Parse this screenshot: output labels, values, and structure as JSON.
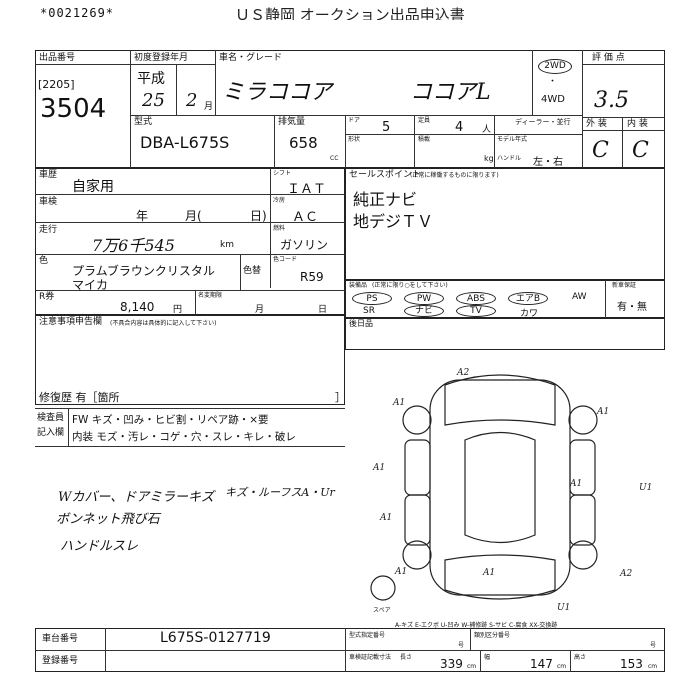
{
  "header": {
    "serial": "*0021269*",
    "title": "ＵＳ静岡 オークション出品申込書"
  },
  "lot": {
    "label": "出品番号",
    "code": "[2205]",
    "number": "3504"
  },
  "registration": {
    "label": "初度登録年月",
    "era": "平成",
    "year": "25",
    "month": "2",
    "month_unit": "月"
  },
  "car": {
    "label": "車名・グレード",
    "name": "ミラココア",
    "grade": "ココアL"
  },
  "drive": {
    "opt1": "2WD",
    "dot": "・",
    "opt2": "4WD"
  },
  "rating": {
    "label": "評 価 点",
    "value": "3.5",
    "ext_label": "外 装",
    "int_label": "内 装",
    "ext_value": "C",
    "int_value": "C"
  },
  "model": {
    "label": "型式",
    "value": "DBA-L675S"
  },
  "displacement": {
    "label": "排気量",
    "value": "658",
    "unit": "CC"
  },
  "doors": {
    "label": "ドア",
    "value": "5"
  },
  "capacity": {
    "label": "定員",
    "value": "4",
    "unit": "人"
  },
  "dealer": {
    "label": "ディーラー・並行"
  },
  "model_year": {
    "label": "モデル年式"
  },
  "shape": {
    "label": "形状"
  },
  "load": {
    "label": "積載",
    "unit": "kg"
  },
  "handle": {
    "label": "ハンドル",
    "value": "左・右"
  },
  "usage": {
    "label": "車歴",
    "value": "自家用"
  },
  "shift": {
    "label": "シフト",
    "value": "ＩＡＴ"
  },
  "inspection": {
    "label": "車検",
    "year": "年",
    "month": "月(",
    "day": "日)"
  },
  "aircon": {
    "label": "冷房",
    "value": "ＡＣ"
  },
  "mileage": {
    "label": "走行",
    "value": "7万6千545",
    "unit": "km"
  },
  "fuel": {
    "label": "燃料",
    "value": "ガソリン"
  },
  "color": {
    "label": "色",
    "value_line1": "プラムブラウンクリスタル",
    "value_line2": "マイカ",
    "change_label": "色替",
    "code_label": "色コード",
    "code": "R59"
  },
  "recycle": {
    "label": "R券",
    "value": "8,140",
    "unit": "円",
    "name_change_label": "名変期限",
    "month": "月",
    "day": "日"
  },
  "notes": {
    "label": "注意事項申告欄",
    "sub": "(不具合内容は具体的に記入して下さい)",
    "repair": "修復歴 有［箇所",
    "repair_close": "］"
  },
  "selling_points": {
    "label": "セールスポイント",
    "sub": "(正常に稼働するものに限ります)",
    "line1": "純正ナビ",
    "line2": "地デジＴＶ"
  },
  "equipment": {
    "label": "装備品",
    "sub": "(正常に限り○をして下さい)",
    "new_car_label": "新車保証",
    "row1": [
      "PS",
      "PW",
      "ABS",
      "エアB",
      "AW"
    ],
    "row2": [
      "SR",
      "ナビ",
      "TV",
      "カワ"
    ],
    "warranty": "有・無"
  },
  "postscript": {
    "label": "後日品"
  },
  "inspector": {
    "label1": "検査員",
    "label2": "記入欄",
    "row1": "FW キズ・凹み・ヒビ割・リペア跡・×要",
    "row2": "内装 モズ・汚レ・コゲ・穴・スレ・キレ・破レ"
  },
  "handwriting": {
    "line1": "Wカバー、ドアミラーキズ",
    "line2": "ボンネット飛び石",
    "line3": "ハンドルスレ",
    "line4": "キズ・ルーフスA・Ur"
  },
  "diagram": {
    "marks": [
      "A2",
      "A1",
      "A1",
      "A1",
      "A1",
      "A1",
      "U1",
      "A1",
      "A2",
      "A1",
      "U1"
    ],
    "spare": "スペア",
    "legend": "A-キズ E-エクボ U-凹み W-補修跡 S-サビ C-腐食 XX-交換跡"
  },
  "chassis": {
    "label": "車台番号",
    "value": "L675S-0127719"
  },
  "registration_no": {
    "label": "登録番号"
  },
  "type_no": {
    "label": "型式指定番号",
    "value": "号"
  },
  "category_no": {
    "label": "類別区分番号",
    "value": "号"
  },
  "dims": {
    "label": "車検証記載寸法",
    "length_label": "長さ",
    "length": "339",
    "width_label": "幅",
    "width": "147",
    "height_label": "高さ",
    "height": "153",
    "unit": "cm"
  }
}
